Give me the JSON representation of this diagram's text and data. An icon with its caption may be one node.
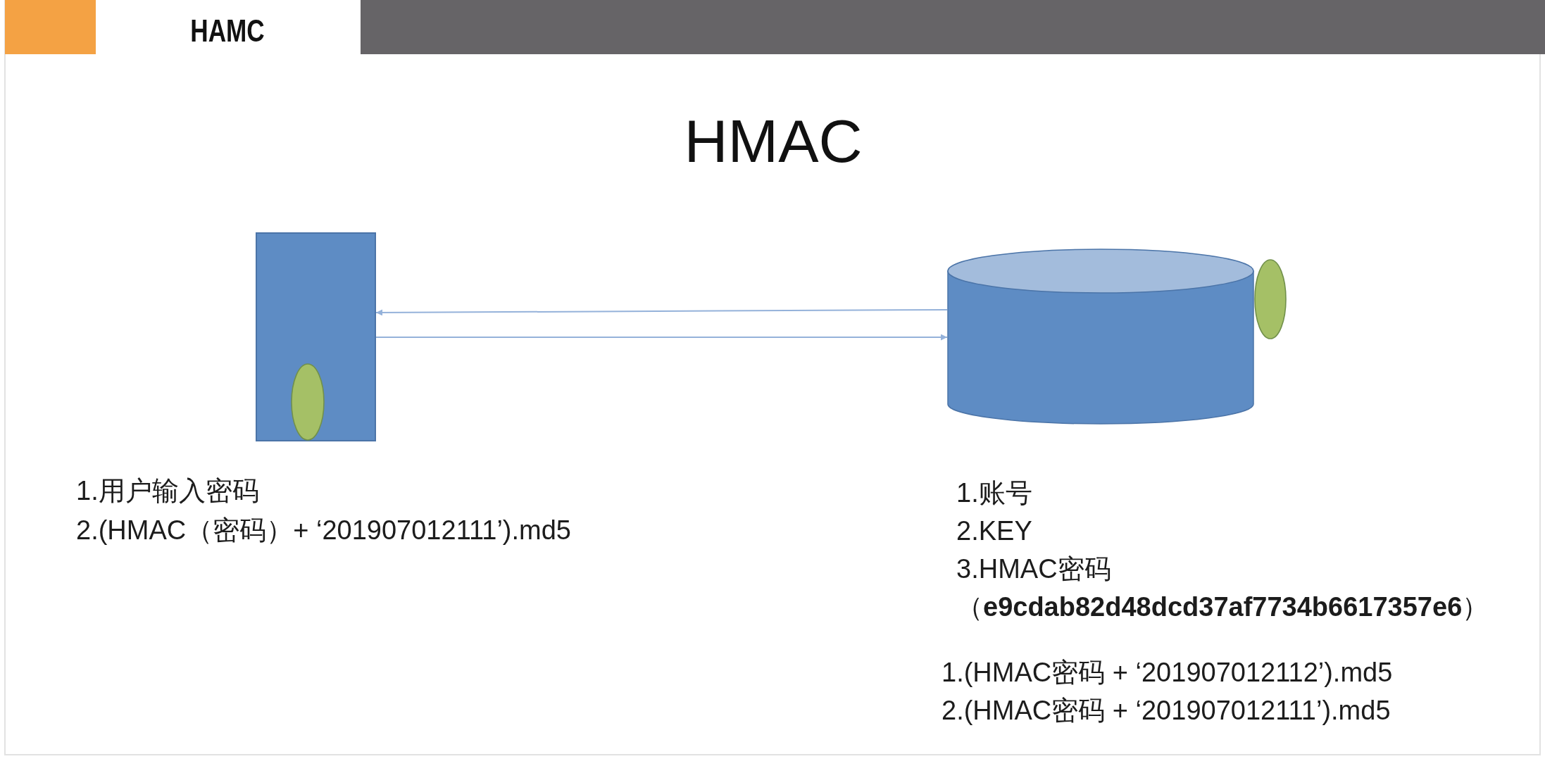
{
  "diagram": {
    "title": "HMAC",
    "nodes": [
      {
        "text": [],
        "shape": "box",
        "beside": [
          "1.用户输入密码",
          "2.(HMAC（密码）+ ‘201907012111’).md5"
        ]
      },
      {
        "text": [],
        "shape": "ellipse",
        "in": 0
      },
      {
        "text": [],
        "shape": "cylinder",
        "beside": [
          "1.账号",
          "2.KEY",
          "3.HMAC密码（**e9cdab82d48dcd37af7734b6617357e6**）",
          "1.(HMAC密码 + ‘201907012112’).md5",
          "2.(HMAC密码 + ‘201907012111’).md5"
        ]
      },
      {
        "text": [],
        "shape": "ellipse"
      }
    ],
    "edges": [
      {
        "from": 2,
        "to": 0,
        "arrow": "to"
      },
      {
        "from": 0,
        "to": 2,
        "arrow": "to"
      }
    ],
    "labels": [
      "HAMC"
    ]
  }
}
